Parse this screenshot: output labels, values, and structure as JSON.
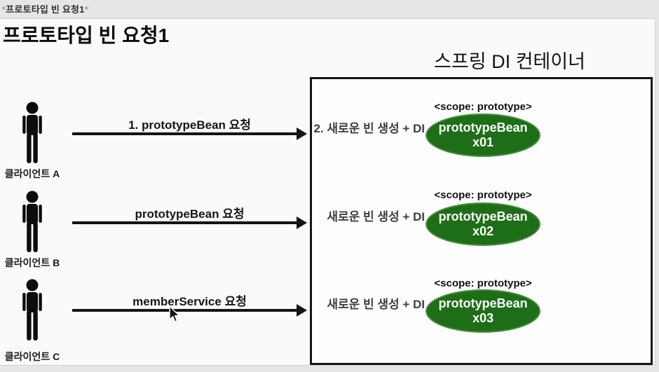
{
  "page": {
    "overlay_title": {
      "star_left": "*",
      "text": "프로토타입 빈 요청1",
      "star_right": "*"
    },
    "heading": "프로토타입 빈 요청1",
    "container_title": "스프링 DI 컨테이너"
  },
  "colors": {
    "bean_green": "#1e6e18",
    "bean_green_rim": "#4c8f43",
    "arrow_black": "#141414"
  },
  "icons": {
    "person": "person-icon",
    "cursor": "mouse-cursor-icon"
  },
  "clients": [
    {
      "label": "클라이언트 A",
      "request": "1. prototypeBean 요청"
    },
    {
      "label": "클라이언트 B",
      "request": "prototypeBean 요청"
    },
    {
      "label": "클라이언트 C",
      "request": "memberService 요청"
    }
  ],
  "container_rows": [
    {
      "action": "2. 새로운 빈 생성 + DI",
      "scope": "<scope: prototype>",
      "bean_name": "prototypeBean",
      "bean_instance": "x01"
    },
    {
      "action": "새로운 빈 생성 + DI",
      "scope": "<scope: prototype>",
      "bean_name": "prototypeBean",
      "bean_instance": "x02"
    },
    {
      "action": "새로운 빈 생성 + DI",
      "scope": "<scope: prototype>",
      "bean_name": "prototypeBean",
      "bean_instance": "x03"
    }
  ]
}
